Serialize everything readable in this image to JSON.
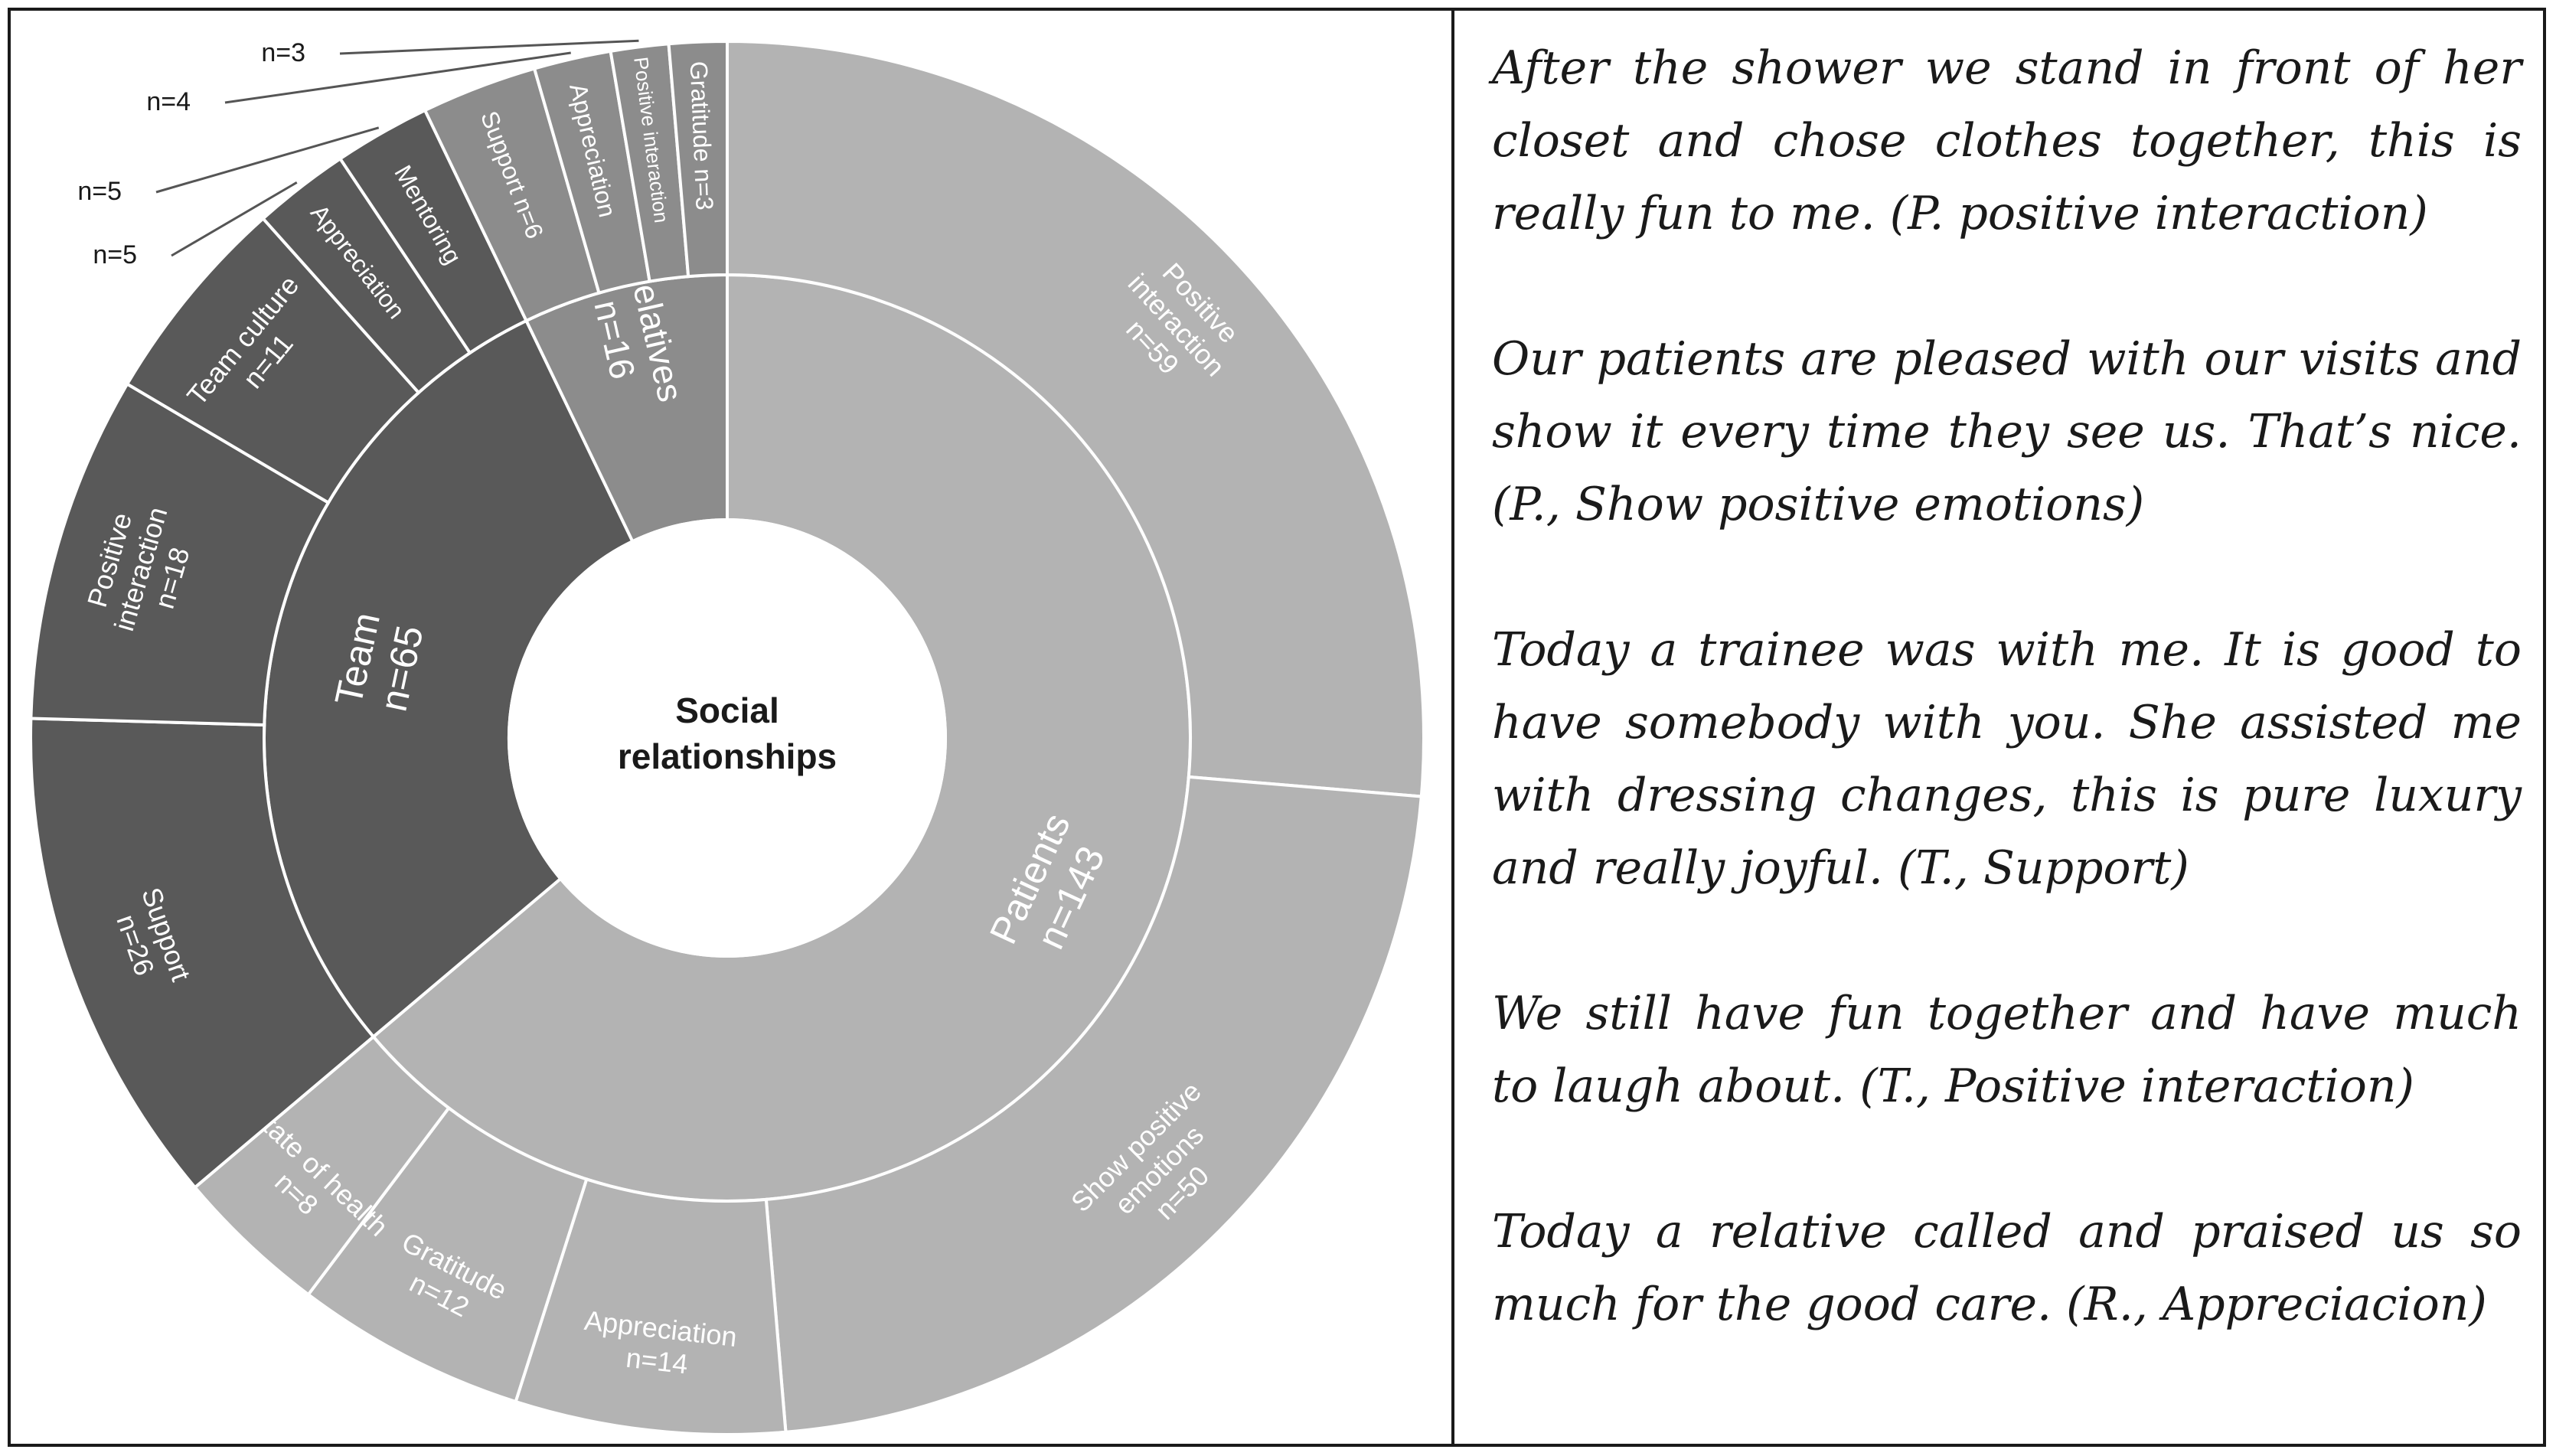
{
  "chart_data": {
    "type": "sunburst",
    "title": "",
    "center_label": [
      "Social",
      "relationships"
    ],
    "colors": {
      "patients": "#b3b3b3",
      "team": "#595959",
      "relatives": "#8c8c8c",
      "divider": "#ffffff",
      "center": "#ffffff",
      "label_light": "#ffffff",
      "label_dark": "#1a1a1a"
    },
    "inner": [
      {
        "key": "patients",
        "label": [
          "Patients",
          "n=143"
        ],
        "value": 143
      },
      {
        "key": "team",
        "label": [
          "Team",
          "n=65"
        ],
        "value": 65
      },
      {
        "key": "relatives",
        "label": [
          "Relatives",
          "n=16"
        ],
        "value": 16
      }
    ],
    "outer": [
      {
        "parent": "patients",
        "label": [
          "Positive",
          "interaction",
          "n=59"
        ],
        "value": 59
      },
      {
        "parent": "patients",
        "label": [
          "Show positive",
          "emotions",
          "n=50"
        ],
        "value": 50
      },
      {
        "parent": "patients",
        "label": [
          "Appreciation",
          "n=14"
        ],
        "value": 14
      },
      {
        "parent": "patients",
        "label": [
          "Gratitude",
          "n=12"
        ],
        "value": 12
      },
      {
        "parent": "patients",
        "label": [
          "State of health",
          "n=8"
        ],
        "value": 8
      },
      {
        "parent": "team",
        "label": [
          "Support",
          "n=26"
        ],
        "value": 26
      },
      {
        "parent": "team",
        "label": [
          "Positive",
          "interaction",
          "n=18"
        ],
        "value": 18
      },
      {
        "parent": "team",
        "label": [
          "Team culture",
          "n=11"
        ],
        "value": 11
      },
      {
        "parent": "team",
        "label": [
          "Appreciation"
        ],
        "value": 5,
        "callout": "n=5"
      },
      {
        "parent": "team",
        "label": [
          "Mentoring"
        ],
        "value": 5,
        "callout": "n=5"
      },
      {
        "parent": "relatives",
        "label": [
          "Support n=6"
        ],
        "value": 6
      },
      {
        "parent": "relatives",
        "label": [
          "Appreciation"
        ],
        "value": 4,
        "callout": "n=4"
      },
      {
        "parent": "relatives",
        "label": [
          "Positive interaction"
        ],
        "value": 3,
        "callout": "n=3"
      },
      {
        "parent": "relatives",
        "label": [
          "Gratitude n=3"
        ],
        "value": 3
      }
    ]
  },
  "quotes": [
    "After the shower we stand in front of her closet and chose clothes together, this is really fun to me. (P. positive interaction)",
    "Our patients are pleased with our visits and show it every time they see us. That’s nice. (P., Show positive emotions)",
    "Today a trainee was with me. It is good to have somebody with you. She assisted me with dressing changes, this is pure luxury and really joyful. (T., Support)",
    "We still have fun together and have much to laugh about. (T., Positive interaction)",
    "Today a relative called and praised us so much for the good care. (R., Appreciacion)"
  ]
}
